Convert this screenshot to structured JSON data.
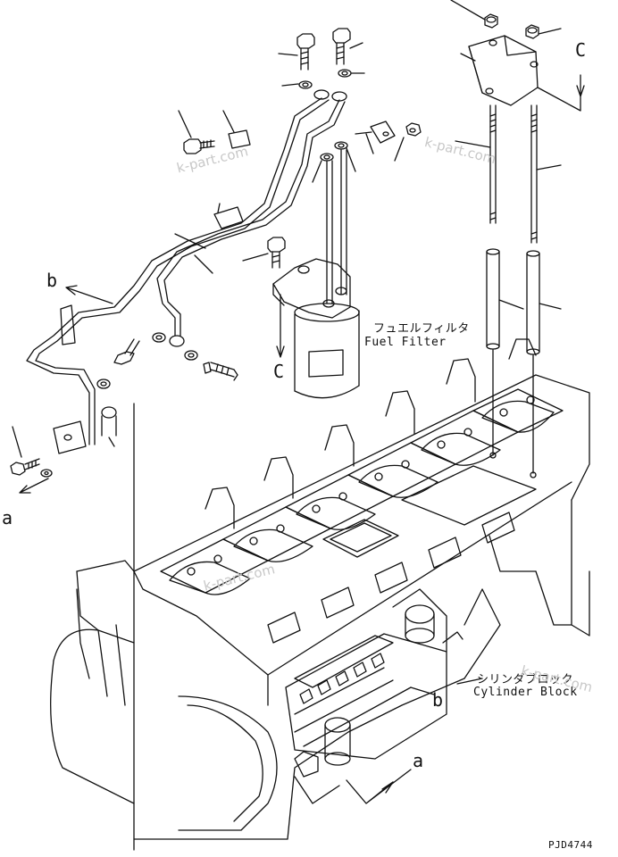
{
  "labels": {
    "fuel_filter_jp": "フュエルフィルタ",
    "fuel_filter_en": "Fuel Filter",
    "cylinder_block_jp": "シリンダブロック",
    "cylinder_block_en": "Cylinder Block",
    "ref_a": "a",
    "ref_b": "b",
    "ref_c": "C",
    "drawing_code": "PJD4744"
  },
  "watermark": "k-part.com",
  "colors": {
    "line": "#111111",
    "watermark": "#c8c8c8",
    "background": "#ffffff"
  }
}
